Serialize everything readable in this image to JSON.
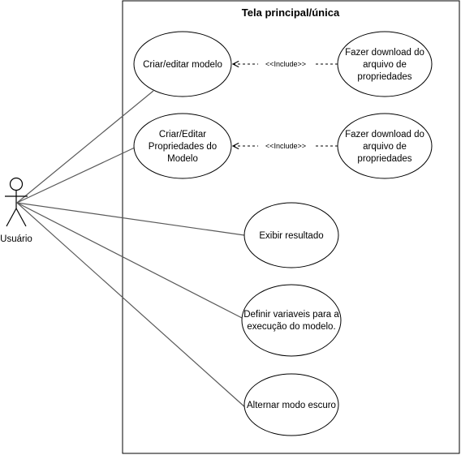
{
  "diagram": {
    "system_title": "Tela principal/única",
    "actor": {
      "label": "Usuário"
    },
    "use_cases": [
      {
        "id": "criar-editar-modelo",
        "lines": [
          "Criar/editar modelo"
        ]
      },
      {
        "id": "download-1",
        "lines": [
          "Fazer download do",
          "arquivo de",
          "propriedades"
        ]
      },
      {
        "id": "criar-editar-propriedades",
        "lines": [
          "Criar/Editar",
          "Propriedades do",
          "Modelo"
        ]
      },
      {
        "id": "download-2",
        "lines": [
          "Fazer download do",
          "arquivo de",
          "propriedades"
        ]
      },
      {
        "id": "exibir-resultado",
        "lines": [
          "Exibir resultado"
        ]
      },
      {
        "id": "definir-variaveis",
        "lines": [
          "Definir variaveis para a",
          "execução do modelo."
        ]
      },
      {
        "id": "alternar-modo-escuro",
        "lines": [
          "Alternar modo escuro"
        ]
      }
    ],
    "relations": [
      {
        "from": "download-1",
        "to": "criar-editar-modelo",
        "label": "<<Include>>"
      },
      {
        "from": "download-2",
        "to": "criar-editar-propriedades",
        "label": "<<Include>>"
      }
    ],
    "colors": {
      "stroke": "#000000",
      "association": "#595959",
      "background": "#ffffff"
    }
  }
}
